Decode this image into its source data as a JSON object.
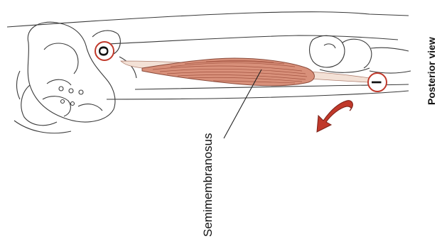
{
  "labels": {
    "muscle": "Semimembranosus",
    "view": "Posterior view"
  },
  "markers": {
    "origin": "O",
    "insertion": "I"
  },
  "colors": {
    "muscle_fill": "#d8907a",
    "muscle_striation": "#9a4a38",
    "tendon": "#f3e1d6",
    "marker_ring": "#c0392b",
    "arrow": "#c0392b",
    "outline": "#3a3a3a"
  }
}
